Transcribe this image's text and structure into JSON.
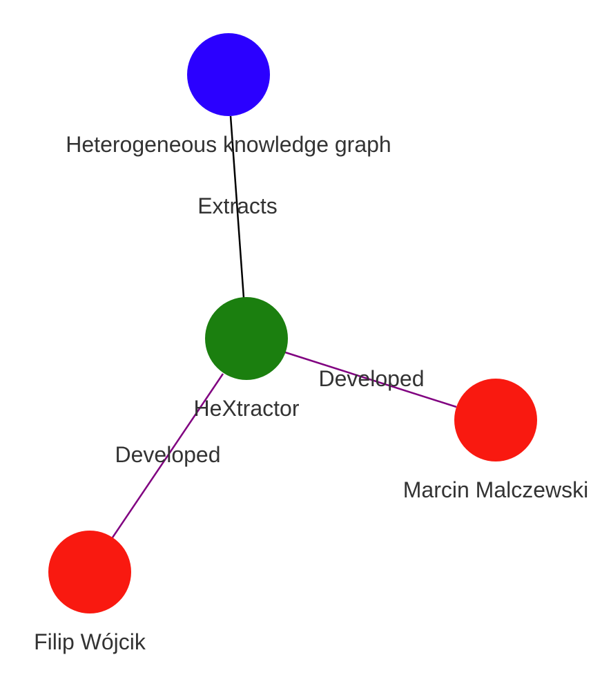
{
  "graph": {
    "nodes": [
      {
        "id": "hkg",
        "label": "Heterogeneous knowledge graph",
        "color": "#2b00ff"
      },
      {
        "id": "hextractor",
        "label": "HeXtractor",
        "color": "#1b7f0f"
      },
      {
        "id": "marcin",
        "label": "Marcin Malczewski",
        "color": "#f91910"
      },
      {
        "id": "filip",
        "label": "Filip Wójcik",
        "color": "#f91910"
      }
    ],
    "edges": [
      {
        "id": "extracts",
        "source": "hkg",
        "target": "hextractor",
        "label": "Extracts",
        "color": "#000000"
      },
      {
        "id": "developed-marcin",
        "source": "hextractor",
        "target": "marcin",
        "label": "Developed",
        "color": "#800080"
      },
      {
        "id": "developed-filip",
        "source": "hextractor",
        "target": "filip",
        "label": "Developed",
        "color": "#800080"
      }
    ]
  }
}
